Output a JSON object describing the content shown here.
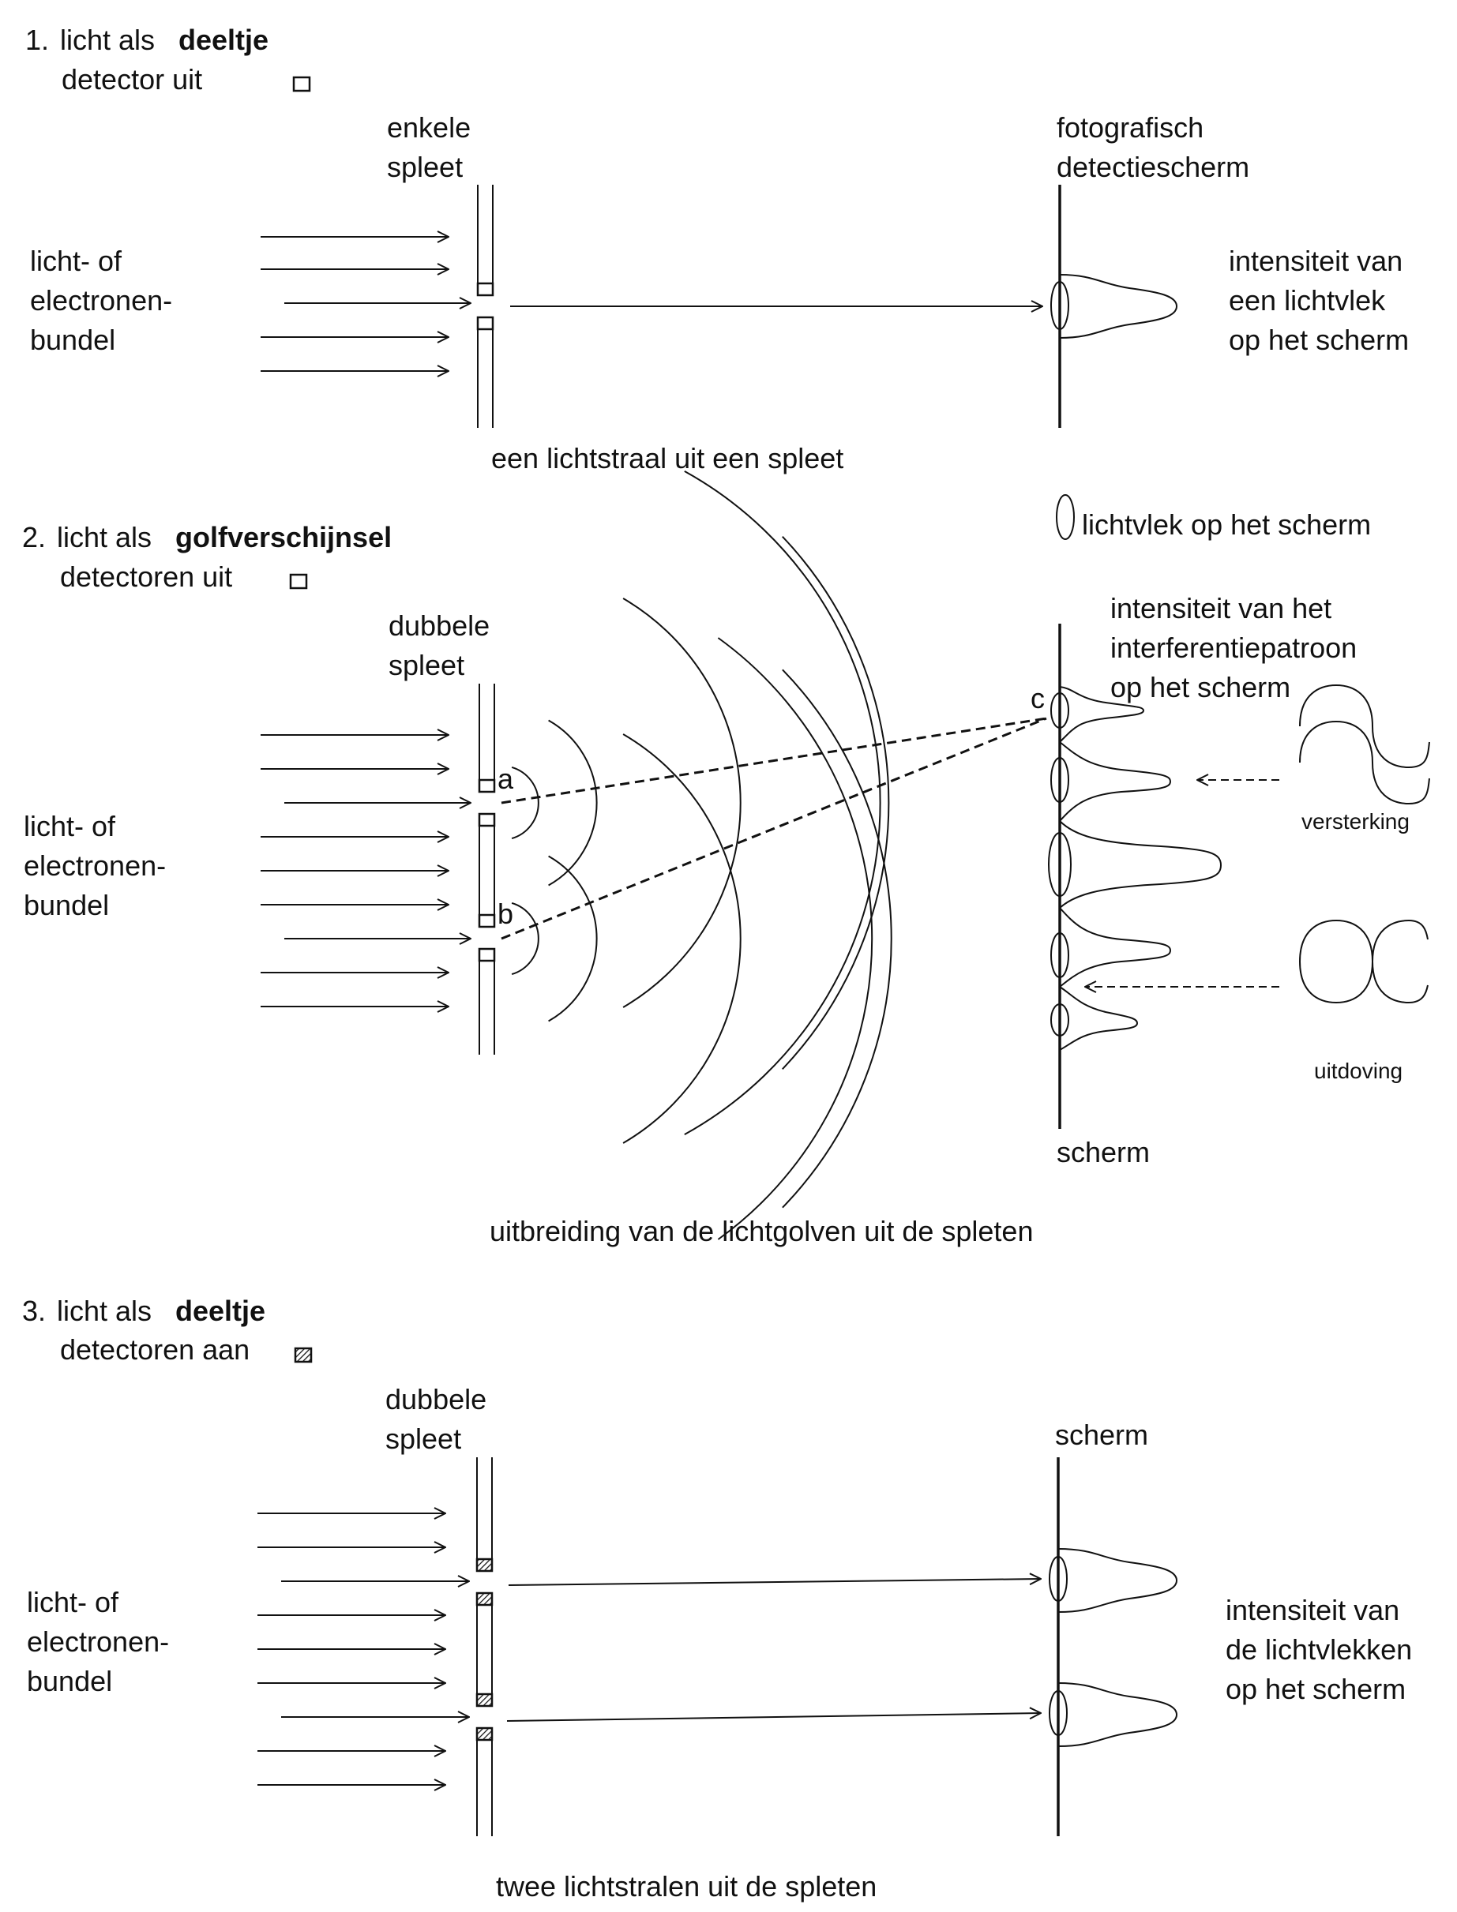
{
  "section1": {
    "number": "1.",
    "heading_prefix": "licht als",
    "heading_bold": "deeltje",
    "detector_label": "detector uit",
    "slit_label": [
      "enkele",
      "spleet"
    ],
    "screen_label": [
      "fotografisch",
      "detectiescherm"
    ],
    "beam_label": [
      "licht- of",
      "electronen-",
      "bundel"
    ],
    "intensity_label": [
      "intensiteit van",
      "een lichtvlek",
      "op het scherm"
    ],
    "caption": "een lichtstraal uit een spleet",
    "legend_spot": "lichtvlek op het scherm"
  },
  "section2": {
    "number": "2.",
    "heading_prefix": "licht als",
    "heading_bold": "golfverschijnsel",
    "detector_label": "detectoren uit",
    "slit_label": [
      "dubbele",
      "spleet"
    ],
    "beam_label": [
      "licht- of",
      "electronen-",
      "bundel"
    ],
    "intensity_label": [
      "intensiteit van het",
      "interferentiepatroon",
      "op het scherm"
    ],
    "point_a": "a",
    "point_b": "b",
    "point_c": "c",
    "reinforcement": "versterking",
    "cancellation": "uitdoving",
    "screen_label": "scherm",
    "caption": "uitbreiding van de lichtgolven uit de spleten"
  },
  "section3": {
    "number": "3.",
    "heading_prefix": "licht als",
    "heading_bold": "deeltje",
    "detector_label": "detectoren aan",
    "slit_label": [
      "dubbele",
      "spleet"
    ],
    "screen_label": "scherm",
    "beam_label": [
      "licht- of",
      "electronen-",
      "bundel"
    ],
    "intensity_label": [
      "intensiteit van",
      "de lichtvlekken",
      "op het scherm"
    ],
    "caption": "twee lichtstralen uit de spleten"
  }
}
